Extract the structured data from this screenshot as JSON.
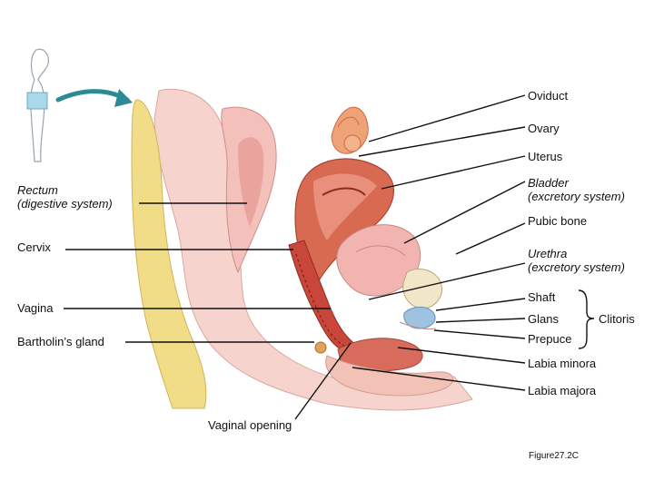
{
  "labels": {
    "oviduct": "Oviduct",
    "ovary": "Ovary",
    "uterus": "Uterus",
    "bladder": "Bladder",
    "bladder_system": "(excretory system)",
    "rectum": "Rectum",
    "rectum_system": "(digestive system)",
    "pubic_bone": "Pubic bone",
    "cervix": "Cervix",
    "urethra": "Urethra",
    "urethra_system": "(excretory system)",
    "vagina": "Vagina",
    "shaft": "Shaft",
    "glans": "Glans",
    "clitoris": "Clitoris",
    "bartholins_gland": "Bartholin’s gland",
    "prepuce": "Prepuce",
    "labia_minora": "Labia minora",
    "labia_majora": "Labia majora",
    "vaginal_opening": "Vaginal opening"
  },
  "figure_caption": "Figure27.2C",
  "colors": {
    "leader_line": "#111111",
    "orientation_arrow": "#2b8a94",
    "tissue_pink": "#f2b4b0",
    "uterus_muscle": "#d96a52",
    "fat_yellow": "#f1dc88"
  }
}
